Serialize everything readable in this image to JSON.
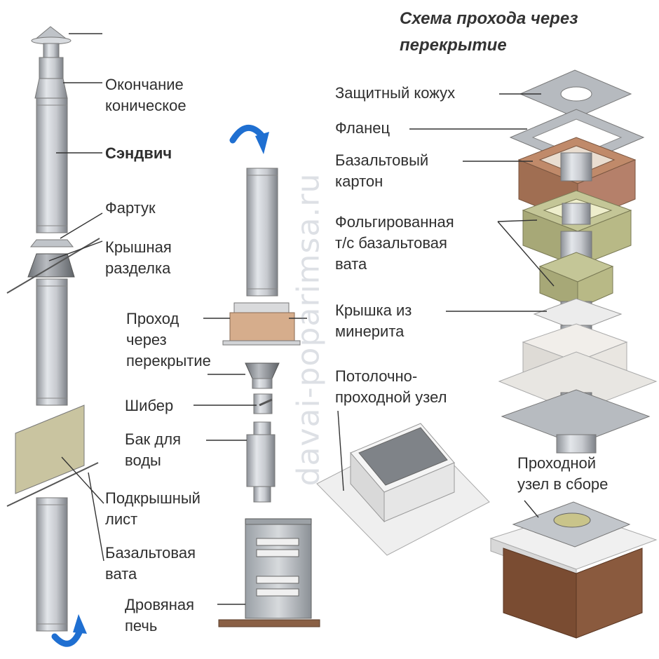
{
  "title": "Схема прохода через\nперекрытие",
  "watermark": "davai-poparimsa.ru",
  "left_labels": {
    "okonchanie": "Окончание\nконическое",
    "sendvich": "Сэндвич",
    "fartuk": "Фартук",
    "razdelka": "Крышная\nразделка",
    "podkryshny": "Подкрышный\nлист",
    "bazalt_vata": "Базальтовая\nвата"
  },
  "middle_labels": {
    "prokhod": "Проход\nчерез\nперекрытие",
    "shiber": "Шибер",
    "bak": "Бак для\nводы",
    "pech": "Дровяная\nпечь"
  },
  "right_labels": {
    "kozhukh": "Защитный кожух",
    "flanets": "Фланец",
    "karton": "Базальтовый\nкартон",
    "folga": "Фольгированная\nт/с базальтовая\nвата",
    "kryshka": "Крышка из\nминерита",
    "uzel": "Потолочно-\nпроходной узел",
    "sborka": "Проходной\nузел в сборе"
  },
  "colors": {
    "pipe_metal": "#c9ccd1",
    "basalt_board": "#b07a5c",
    "foil_wool": "#b7b98a",
    "mineral_lid": "#e6e6e6",
    "sheet": "#c8c3a0",
    "arrow": "#1f6fd1"
  }
}
